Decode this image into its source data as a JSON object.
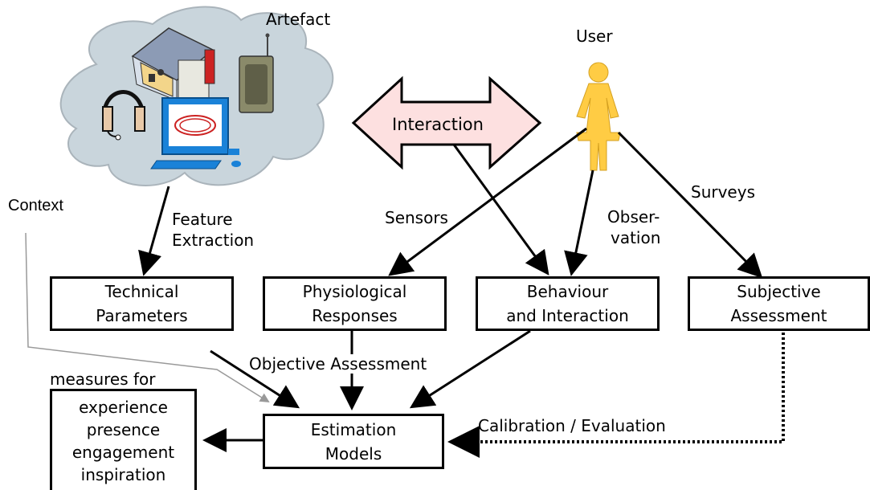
{
  "artefact_label": "Artefact",
  "user_label": "User",
  "context_label": "Context",
  "interaction_label": "Interaction",
  "edges": {
    "feature": [
      "Feature",
      "Extraction"
    ],
    "sensors": "Sensors",
    "observation": [
      "Obser-",
      "vation"
    ],
    "surveys": "Surveys",
    "objective": "Objective Assessment",
    "calibration": "Calibration / Evaluation"
  },
  "boxes": {
    "technical": [
      "Technical",
      "Parameters"
    ],
    "physiological": [
      "Physiological",
      "Responses"
    ],
    "behaviour": [
      "Behaviour",
      "and Interaction"
    ],
    "subjective": [
      "Subjective",
      "Assessment"
    ],
    "estimation": [
      "Estimation",
      "Models"
    ],
    "measures": [
      "experience",
      "presence",
      "engagement",
      "inspiration"
    ]
  },
  "measures_for_label": "measures for",
  "colors": {
    "cloud": "#c9d5dc",
    "interaction_fill": "#fde0e0",
    "user_fill": "#ffcc44",
    "monitor": "#1a82d8",
    "house_roof": "#8c9bb5"
  }
}
